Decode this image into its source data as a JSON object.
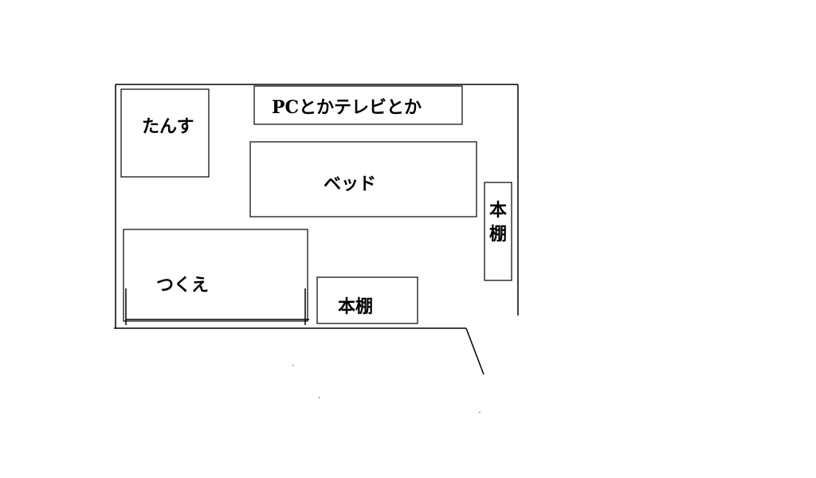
{
  "room": {
    "tansu_label": "たんす",
    "pc_tv_label": "PCとかテレビとか",
    "bed_label": "ベッド",
    "bookshelf_right_line1": "本",
    "bookshelf_right_line2": "棚",
    "desk_label": "つくえ",
    "bookshelf_bottom_label": "本棚"
  }
}
